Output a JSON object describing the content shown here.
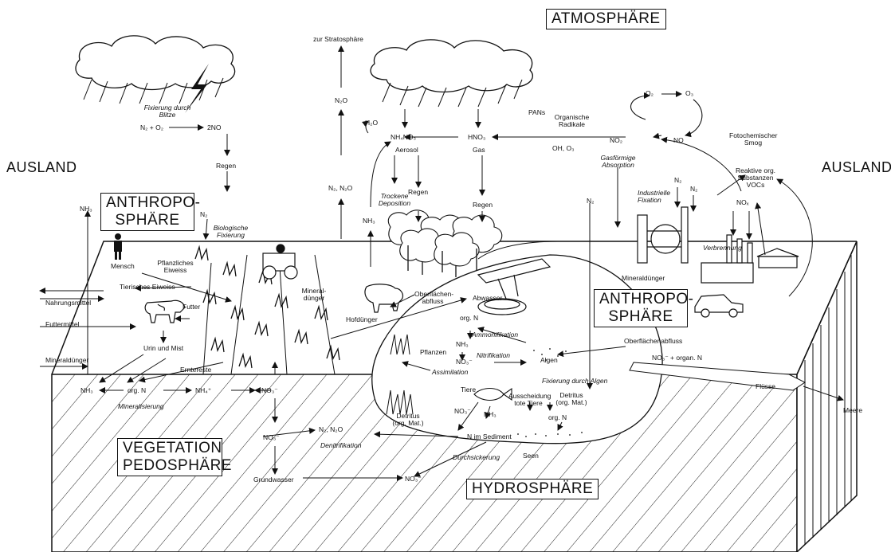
{
  "spheres": {
    "atmosphaere": "ATMOSPHÄRE",
    "ausland_left": "AUSLAND",
    "ausland_right": "AUSLAND",
    "anthropo_left_1": "ANTHROPO-",
    "anthropo_left_2": "SPHÄRE",
    "anthropo_right_1": "ANTHROPO-",
    "anthropo_right_2": "SPHÄRE",
    "vegetation": "VEGETATION",
    "pedosphaere": "PEDOSPHÄRE",
    "hydrosphaere": "HYDROSPHÄRE"
  },
  "labels": {
    "fixierung_blitze": "Fixierung durch Blitze",
    "n2_o2": "N₂ + O₂",
    "two_no": "2NO",
    "regen_1": "Regen",
    "zur_strat": "zur Stratosphäre",
    "n2o_top": "N₂O",
    "n2_n2o": "N₂, N₂O",
    "h2o": "H₂O",
    "nh4no3": "NH₄NO₃",
    "aerosol": "Aerosol",
    "hno3": "HNO₃",
    "gas": "Gas",
    "pans": "PANs",
    "org_radikale": "Organische Radikale",
    "oh_o3": "OH, O₃",
    "no2": "NO₂",
    "o2": "O₂",
    "o3": "O₃",
    "no": "NO",
    "foto_smog": "Fotochemischer Smog",
    "reaktive": "Reaktive org. Substanzen VOCs",
    "nox": "NOₓ",
    "gasfoermige": "Gasförmige Absorption",
    "industrielle": "Industrielle Fixation",
    "n2_ind1": "N₂",
    "n2_ind2": "N₂",
    "verbrennung": "Verbrennung",
    "mineralduenger_r": "Mineraldünger",
    "trockene": "Trockene Deposition",
    "regen_2": "Regen",
    "regen_3": "Regen",
    "nh3_mid": "NH₃",
    "nh3_left": "NH₃",
    "n2_bio": "N₂",
    "bio_fix": "Biologische Fixierung",
    "mensch": "Mensch",
    "pflanzliches": "Pflanzliches Eiweiss",
    "tierisches": "Tierisches Eiweiss",
    "nahrungsmittel": "Nahrungsmittel",
    "futter": "Futter",
    "futtermittel": "Futtermittel",
    "urin_mist": "Urin und Mist",
    "mineralduenger_l": "Mineraldünger",
    "mineral_duenger_field": "Mineral- dünger",
    "erntereste": "Erntereste",
    "hofduenger": "Hofdünger",
    "oberflaechen_1": "Oberflächen- abfluss",
    "abwasser": "Abwasser",
    "org_n_1": "org. N",
    "ammonifikation": "Ammonifikation",
    "pflanzen": "Pflanzen",
    "nh3_water": "NH₃",
    "no3_water": "NO₃⁻",
    "nitrifikation": "Nitrifikation",
    "algen": "Algen",
    "assimilation": "Assimilation",
    "oberflaechen_2": "Oberflächenabfluss",
    "no3_organ": "NO₃⁻ + organ. N",
    "fixierung_algen": "Fixierung durch Algen",
    "fluesse": "Flüsse",
    "meere": "Meere",
    "n2_lake": "N₂",
    "tiere": "Tiere",
    "ausscheidung": "Ausscheidung tote Tiere",
    "detritus_r": "Detritus (org. Mat.)",
    "org_n_2": "org. N",
    "no3_lake": "NO₃⁻",
    "nh3_lake": "NH₃",
    "detritus_l": "Detritus (org. Mat.)",
    "n_sediment": "N im Sediment",
    "durchsickerung": "Durchsickerung",
    "seen": "Seen",
    "n2_n2o_low": "N₂, N₂O",
    "denitrifikation": "Denitrifikation",
    "nh3_soil": "NH₃",
    "org_n_soil": "org. N",
    "nh4_soil": "NH₄⁺",
    "no3_soil1": "NO₃⁻",
    "no3_soil2": "NO₃⁻",
    "mineralisierung": "Mineralisierung",
    "grundwasser": "Grundwasser",
    "no3_gw": "NO₃⁻"
  }
}
